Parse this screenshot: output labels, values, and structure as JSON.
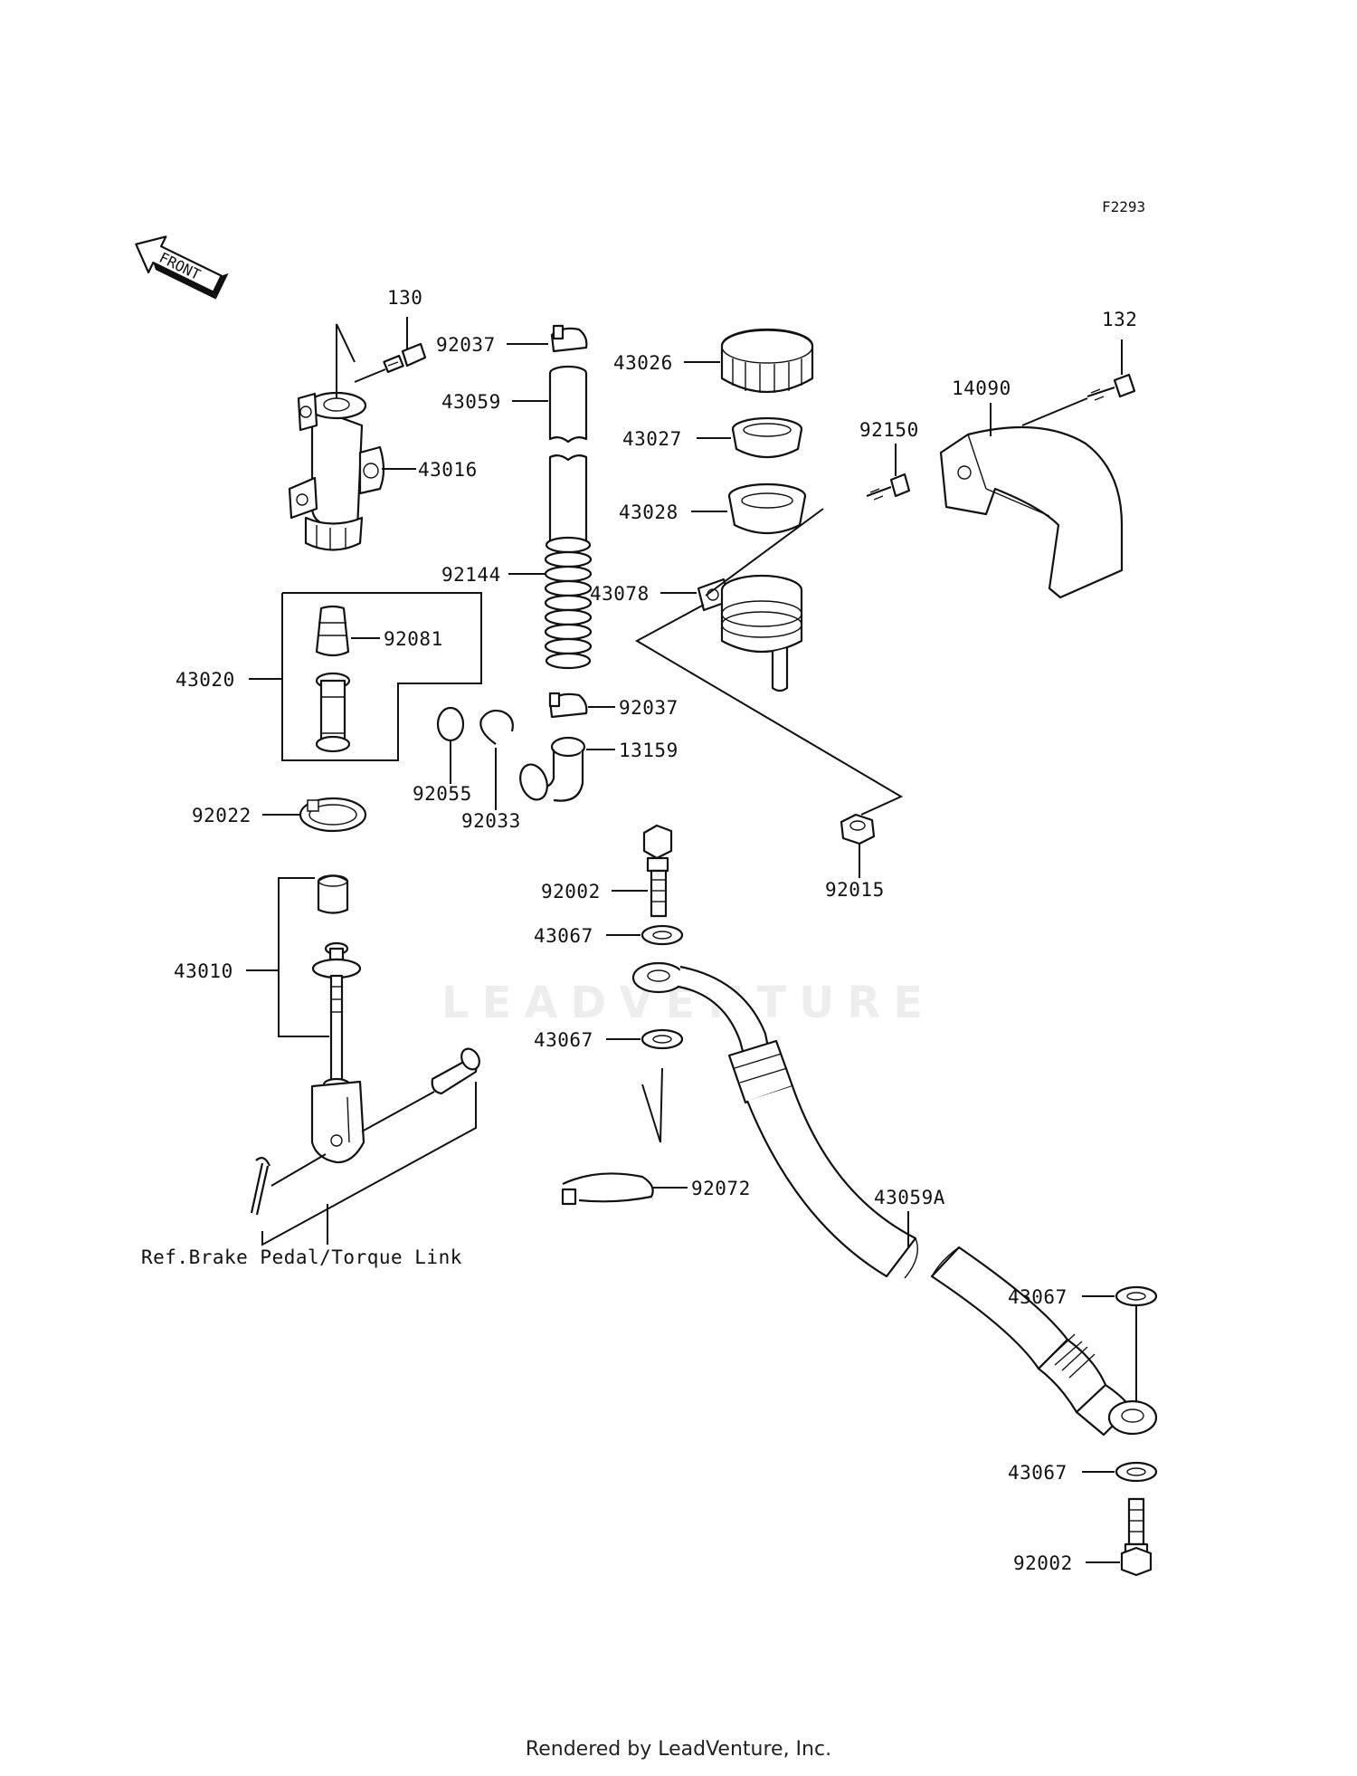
{
  "diagram": {
    "figure_code": "F2293",
    "direction_label": "FRONT",
    "reference_label": "Ref.Brake Pedal/Torque Link",
    "callouts": [
      {
        "id": "c130",
        "text": "130"
      },
      {
        "id": "c92037a",
        "text": "92037"
      },
      {
        "id": "c43026",
        "text": "43026"
      },
      {
        "id": "c132",
        "text": "132"
      },
      {
        "id": "c43059",
        "text": "43059"
      },
      {
        "id": "c14090",
        "text": "14090"
      },
      {
        "id": "c43027",
        "text": "43027"
      },
      {
        "id": "c92150",
        "text": "92150"
      },
      {
        "id": "c43016",
        "text": "43016"
      },
      {
        "id": "c43028",
        "text": "43028"
      },
      {
        "id": "c92144",
        "text": "92144"
      },
      {
        "id": "c43078",
        "text": "43078"
      },
      {
        "id": "c92081",
        "text": "92081"
      },
      {
        "id": "c43020",
        "text": "43020"
      },
      {
        "id": "c92037b",
        "text": "92037"
      },
      {
        "id": "c13159",
        "text": "13159"
      },
      {
        "id": "c92055",
        "text": "92055"
      },
      {
        "id": "c92033",
        "text": "92033"
      },
      {
        "id": "c92022",
        "text": "92022"
      },
      {
        "id": "c92015",
        "text": "92015"
      },
      {
        "id": "c92002a",
        "text": "92002"
      },
      {
        "id": "c43067a",
        "text": "43067"
      },
      {
        "id": "c43010",
        "text": "43010"
      },
      {
        "id": "c43067b",
        "text": "43067"
      },
      {
        "id": "c92072",
        "text": "92072"
      },
      {
        "id": "c43059A",
        "text": "43059A"
      },
      {
        "id": "c43067c",
        "text": "43067"
      },
      {
        "id": "c43067d",
        "text": "43067"
      },
      {
        "id": "c92002b",
        "text": "92002"
      }
    ]
  },
  "watermark": "LEADVENTURE",
  "footer": "Rendered by LeadVenture, Inc."
}
